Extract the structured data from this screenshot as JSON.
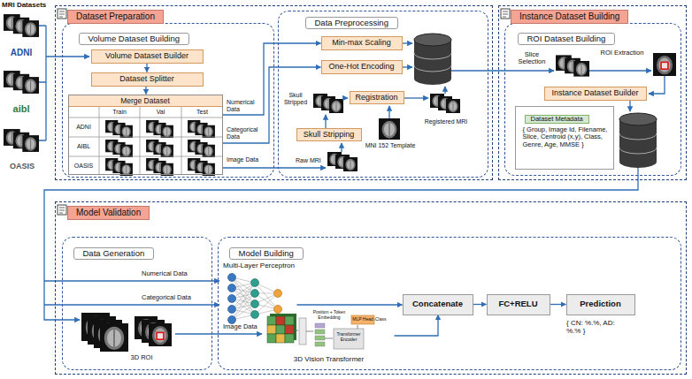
{
  "diagram": {
    "nodes": [
      {
        "text": [
          "Dataset Preparation"
        ]
      },
      {
        "text": [
          "Volume Dataset Building"
        ],
        "in": 0
      },
      {
        "text": [
          "Volume Dataset Builder"
        ],
        "in": 1
      },
      {
        "text": [
          "Dataset Splitter"
        ],
        "in": 1
      },
      {
        "text": [
          "Merge Dataset"
        ],
        "in": 1
      },
      {
        "text": [
          "Data Preprocessing"
        ],
        "in": 0
      },
      {
        "text": [
          "Min-max Scaling"
        ],
        "in": 5
      },
      {
        "text": [
          "One-Hot Encoding"
        ],
        "in": 5
      },
      {
        "text": [
          "Registration"
        ],
        "in": 5
      },
      {
        "text": [
          "Skull Stripping"
        ],
        "in": 5
      },
      {
        "text": [
          "Instance Dataset Building"
        ]
      },
      {
        "text": [
          "ROI Dataset Building"
        ],
        "in": 10
      },
      {
        "text": [
          "Instance Dataset Builder"
        ],
        "in": 11
      },
      {
        "text": [
          "Dataset Metadata",
          "{ Group, Image Id, Filename, Slice, Centroid (x,y), Class, Genre, Age, MMSE }"
        ],
        "in": 11
      },
      {
        "text": [
          "Model Validation"
        ]
      },
      {
        "text": [
          "Data Generation"
        ],
        "in": 14
      },
      {
        "text": [
          "Model Building"
        ],
        "in": 14
      },
      {
        "text": [
          "Multi-Layer Perceptron"
        ],
        "in": 16
      },
      {
        "text": [
          "3D Vision Transformer"
        ],
        "in": 16
      },
      {
        "text": [
          "Concatenate"
        ],
        "in": 16
      },
      {
        "text": [
          "FC+RELU"
        ],
        "in": 16
      },
      {
        "text": [
          "Prediction"
        ],
        "in": 16
      }
    ],
    "edges": [
      {
        "from": 2,
        "to": 3,
        "arrow": "to"
      },
      {
        "from": 3,
        "to": 4,
        "arrow": "to"
      },
      {
        "from": 4,
        "to": 6,
        "label": "Numerical Data",
        "arrow": "to"
      },
      {
        "from": 4,
        "to": 7,
        "label": "Categorical Data",
        "arrow": "to"
      },
      {
        "from": 17,
        "to": 19,
        "arrow": "to"
      },
      {
        "from": 18,
        "to": 19,
        "arrow": "to"
      },
      {
        "from": 19,
        "to": 20,
        "arrow": "to"
      },
      {
        "from": 20,
        "to": 21,
        "arrow": "to"
      }
    ],
    "labels": [
      "MRI Datasets",
      "ADNI",
      "aibl",
      "OASIS",
      "Train",
      "Val",
      "Test",
      "ADNI",
      "AIBL",
      "OASIS",
      "Image Data",
      "Skull Stripped",
      "Raw MRI",
      "MNI 152 Template",
      "Registered MRI",
      "Slice Selection",
      "ROI Extraction",
      "Numerical Data",
      "Categorical Data",
      "Image Data",
      "3D ROI",
      "Position + Token Embedding",
      "MLP Head",
      "Class",
      "Transformer Encoder",
      "{ CN: %.%, AD: %.% }"
    ]
  }
}
